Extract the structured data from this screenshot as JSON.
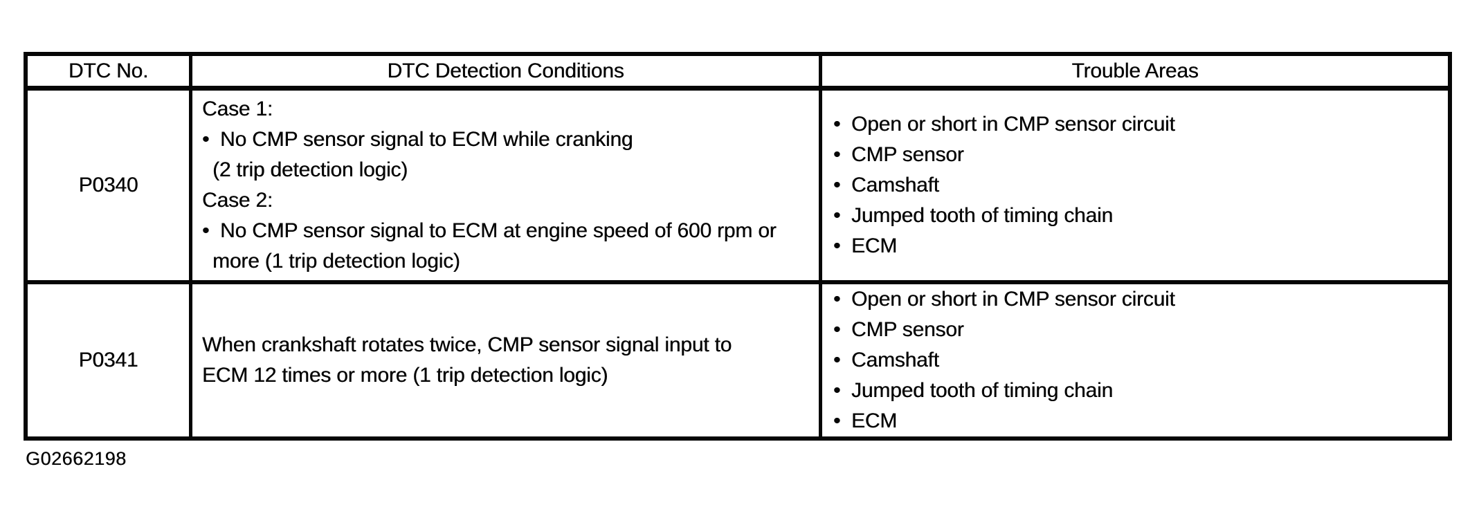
{
  "page": {
    "figure_code": "G02662198"
  },
  "colors": {
    "ink": "#060606",
    "paper": "#ffffff"
  },
  "table": {
    "bullet_glyph": "•",
    "headers": [
      "DTC No.",
      "DTC Detection Conditions",
      "Trouble Areas"
    ],
    "rows": [
      {
        "dtc_no": "P0340",
        "condition_lines": [
          {
            "kind": "plain",
            "text": "Case 1:"
          },
          {
            "kind": "bullet",
            "text": "No CMP sensor signal to ECM while cranking"
          },
          {
            "kind": "indent",
            "text": "(2 trip detection logic)"
          },
          {
            "kind": "plain",
            "text": "Case 2:"
          },
          {
            "kind": "bullet",
            "text": "No CMP sensor signal to ECM at engine speed of 600 rpm or"
          },
          {
            "kind": "indent",
            "text": "more (1 trip detection logic)"
          }
        ],
        "trouble_areas": [
          "Open or short in CMP sensor circuit",
          "CMP sensor",
          "Camshaft",
          "Jumped tooth of timing chain",
          "ECM"
        ]
      },
      {
        "dtc_no": "P0341",
        "condition_lines": [
          {
            "kind": "plain",
            "text": "When crankshaft rotates twice, CMP sensor signal input to"
          },
          {
            "kind": "plain",
            "text": "ECM 12 times or more (1 trip detection logic)"
          }
        ],
        "trouble_areas": [
          "Open or short in CMP sensor circuit",
          "CMP sensor",
          "Camshaft",
          "Jumped tooth of timing chain",
          "ECM"
        ]
      }
    ]
  }
}
